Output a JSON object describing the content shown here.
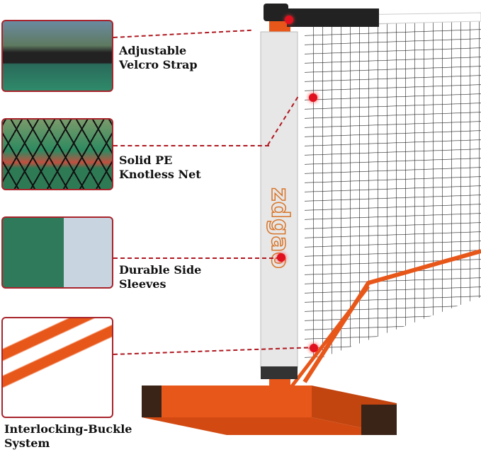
{
  "features": [
    {
      "label": "Adjustable\nVelcro Strap"
    },
    {
      "label": "Solid PE\nKnotless Net"
    },
    {
      "label": "Durable Side\nSleeves"
    },
    {
      "label": "Interlocking-Buckle\nSystem"
    }
  ],
  "brand_logo": "zdgao",
  "colors": {
    "accent": "#a8242c",
    "frame": "#e8571a",
    "dot": "#e0101e"
  }
}
